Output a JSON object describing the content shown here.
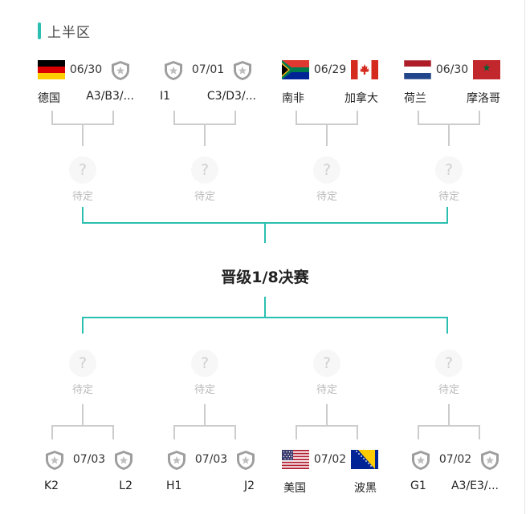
{
  "section": {
    "title": "上半区"
  },
  "stage_label": "晋级1/8决赛",
  "pending_label": "待定",
  "pending_symbol": "?",
  "colors": {
    "accent": "#2bbfb1",
    "connector_gray": "#cccccc"
  },
  "top_matches": [
    {
      "date": "06/30",
      "home": {
        "name": "德国",
        "icon": "flag-germany"
      },
      "away": {
        "name": "A3/B3/...",
        "icon": "shield-icon"
      }
    },
    {
      "date": "07/01",
      "home": {
        "name": "I1",
        "icon": "shield-icon"
      },
      "away": {
        "name": "C3/D3/...",
        "icon": "shield-icon"
      }
    },
    {
      "date": "06/29",
      "home": {
        "name": "南非",
        "icon": "flag-south-africa"
      },
      "away": {
        "name": "加拿大",
        "icon": "flag-canada"
      }
    },
    {
      "date": "06/30",
      "home": {
        "name": "荷兰",
        "icon": "flag-netherlands"
      },
      "away": {
        "name": "摩洛哥",
        "icon": "flag-morocco"
      }
    }
  ],
  "bottom_matches": [
    {
      "date": "07/03",
      "home": {
        "name": "K2",
        "icon": "shield-icon"
      },
      "away": {
        "name": "L2",
        "icon": "shield-icon"
      }
    },
    {
      "date": "07/03",
      "home": {
        "name": "H1",
        "icon": "shield-icon"
      },
      "away": {
        "name": "J2",
        "icon": "shield-icon"
      }
    },
    {
      "date": "07/02",
      "home": {
        "name": "美国",
        "icon": "flag-usa"
      },
      "away": {
        "name": "波黑",
        "icon": "flag-bosnia"
      }
    },
    {
      "date": "07/02",
      "home": {
        "name": "G1",
        "icon": "shield-icon"
      },
      "away": {
        "name": "A3/E3/...",
        "icon": "shield-icon"
      }
    }
  ]
}
